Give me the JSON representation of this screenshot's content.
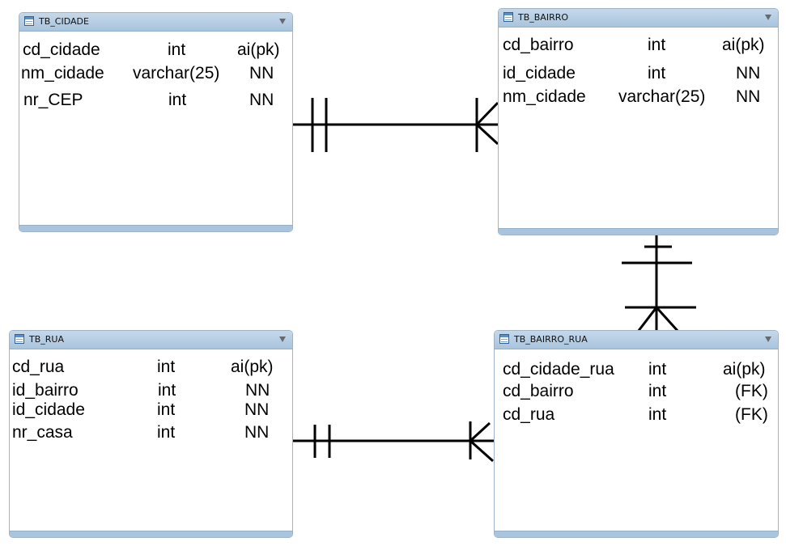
{
  "tables": {
    "tb_cidade": {
      "title": "TB_CIDADE",
      "rows": [
        {
          "name": "cd_cidade",
          "type": "int",
          "constraint": "ai(pk)"
        },
        {
          "name": "nm_cidade",
          "type": "varchar(25)",
          "constraint": "NN"
        },
        {
          "name": "nr_CEP",
          "type": "int",
          "constraint": "NN"
        }
      ]
    },
    "tb_bairro": {
      "title": "TB_BAIRRO",
      "rows": [
        {
          "name": "cd_bairro",
          "type": "int",
          "constraint": "ai(pk)"
        },
        {
          "name": "id_cidade",
          "type": "int",
          "constraint": "NN"
        },
        {
          "name": "nm_cidade",
          "type": "varchar(25)",
          "constraint": "NN"
        }
      ]
    },
    "tb_rua": {
      "title": "TB_RUA",
      "rows": [
        {
          "name": "cd_rua",
          "type": "int",
          "constraint": "ai(pk)"
        },
        {
          "name": "id_bairro",
          "type": "int",
          "constraint": "NN"
        },
        {
          "name": "id_cidade",
          "type": "int",
          "constraint": "NN"
        },
        {
          "name": "nr_casa",
          "type": "int",
          "constraint": "NN"
        }
      ]
    },
    "tb_bairro_rua": {
      "title": "TB_BAIRRO_RUA",
      "rows": [
        {
          "name": "cd_cidade_rua",
          "type": "int",
          "constraint": "ai(pk)"
        },
        {
          "name": "cd_bairro",
          "type": "int",
          "constraint": "(FK)"
        },
        {
          "name": "cd_rua",
          "type": "int",
          "constraint": "(FK)"
        }
      ]
    }
  },
  "relationships": [
    {
      "from": "TB_CIDADE",
      "to": "TB_BAIRRO",
      "from_end": "exactly-one",
      "to_end": "one-or-many"
    },
    {
      "from": "TB_BAIRRO",
      "to": "TB_BAIRRO_RUA",
      "from_end": "exactly-one",
      "to_end": "one-or-many"
    },
    {
      "from": "TB_RUA",
      "to": "TB_BAIRRO_RUA",
      "from_end": "exactly-one",
      "to_end": "one-or-many"
    }
  ],
  "colors": {
    "header": "#a9c4dd",
    "border": "#9fb4c7",
    "text": "#000000",
    "connector": "#000000"
  }
}
